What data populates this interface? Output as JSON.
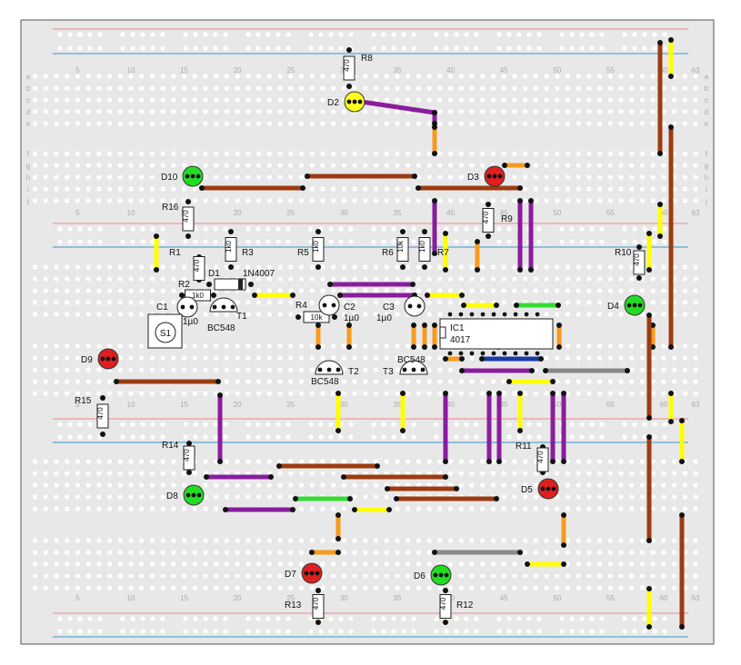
{
  "colors": {
    "board": "#e8e8e8",
    "hole": "#ffffff",
    "rail_red": "#e88",
    "rail_blue": "#39c",
    "led_red": "#dd1f1f",
    "led_green": "#22dd22",
    "led_yellow": "#ffff22",
    "wire_purple": "#8a1c9e",
    "wire_brown": "#9c3c10",
    "wire_orange": "#f79a1e",
    "wire_yellow": "#ffff00",
    "wire_green": "#33dd33",
    "wire_gray": "#888888",
    "wire_blue": "#1a3aa8"
  },
  "column_numbers": [
    "5",
    "10",
    "15",
    "20",
    "25",
    "30",
    "35",
    "40",
    "45",
    "50",
    "55",
    "60",
    "63"
  ],
  "row_letters_top": [
    "a",
    "b",
    "c",
    "d",
    "e",
    "f",
    "g",
    "h",
    "i",
    "j"
  ],
  "resistors": [
    {
      "ref": "R1",
      "value": "470"
    },
    {
      "ref": "R2",
      "value": "1k0"
    },
    {
      "ref": "R3",
      "value": "1k0"
    },
    {
      "ref": "R4",
      "value": "10k"
    },
    {
      "ref": "R5",
      "value": "1k0"
    },
    {
      "ref": "R6",
      "value": "10k"
    },
    {
      "ref": "R7",
      "value": "1k0"
    },
    {
      "ref": "R8",
      "value": "470"
    },
    {
      "ref": "R9",
      "value": "470"
    },
    {
      "ref": "R10",
      "value": "470"
    },
    {
      "ref": "R11",
      "value": "470"
    },
    {
      "ref": "R12",
      "value": "470"
    },
    {
      "ref": "R13",
      "value": "470"
    },
    {
      "ref": "R14",
      "value": "470"
    },
    {
      "ref": "R15",
      "value": "470"
    },
    {
      "ref": "R16",
      "value": "470"
    }
  ],
  "leds": [
    {
      "ref": "D2",
      "color": "yellow"
    },
    {
      "ref": "D3",
      "color": "red"
    },
    {
      "ref": "D4",
      "color": "green"
    },
    {
      "ref": "D5",
      "color": "red"
    },
    {
      "ref": "D6",
      "color": "green"
    },
    {
      "ref": "D7",
      "color": "red"
    },
    {
      "ref": "D8",
      "color": "green"
    },
    {
      "ref": "D9",
      "color": "red"
    },
    {
      "ref": "D10",
      "color": "green"
    }
  ],
  "capacitors": [
    {
      "ref": "C1",
      "value": "1µ0"
    },
    {
      "ref": "C2",
      "value": "1µ0"
    },
    {
      "ref": "C3",
      "value": "1µ0"
    }
  ],
  "transistors": [
    {
      "ref": "T1",
      "type": "BC548"
    },
    {
      "ref": "T2",
      "type": "BC548"
    },
    {
      "ref": "T3",
      "type": "BC548"
    }
  ],
  "diode": {
    "ref": "D1",
    "type": "1N4007"
  },
  "ic": {
    "ref": "IC1",
    "type": "4017"
  },
  "switch": {
    "ref": "S1"
  }
}
